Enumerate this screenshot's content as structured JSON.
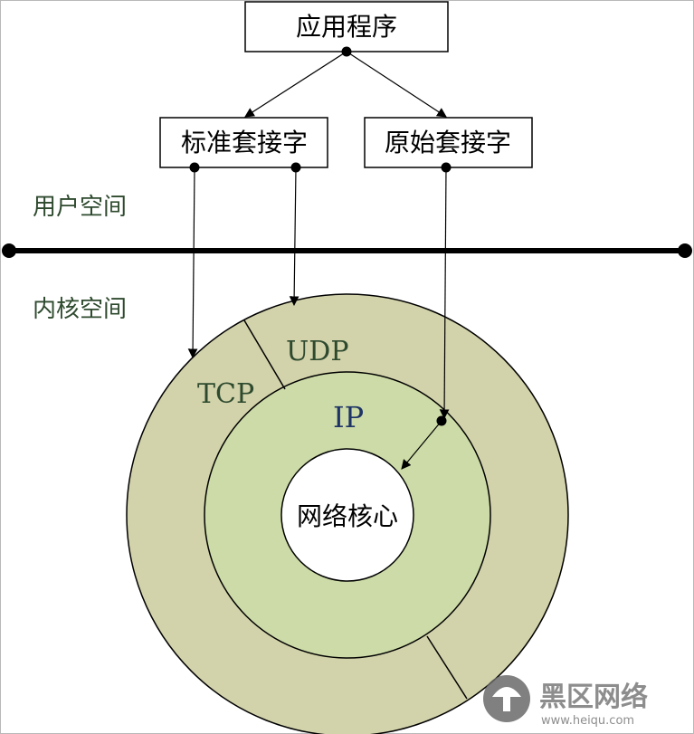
{
  "boxes": {
    "application": "应用程序",
    "standard_socket": "标准套接字",
    "raw_socket": "原始套接字"
  },
  "space_labels": {
    "user_space": "用户空间",
    "kernel_space": "内核空间"
  },
  "rings": {
    "udp": "UDP",
    "tcp": "TCP",
    "ip": "IP",
    "core": "网络核心"
  },
  "watermark": {
    "name": "黑区网络",
    "url": "www.heiqu.com"
  },
  "colors": {
    "outer_ring": "#d2d2ab",
    "middle_ring": "#ccdba7",
    "core": "#ffffff",
    "label_green": "#2e4a2e",
    "ip_label": "#1f3466",
    "line": "#000000"
  }
}
